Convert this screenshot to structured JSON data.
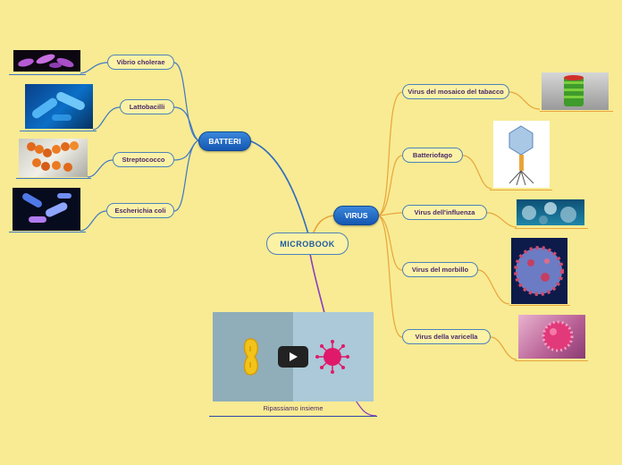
{
  "root": {
    "label": "MICROBOOK"
  },
  "branches": {
    "batteri": {
      "label": "BATTERI",
      "children": [
        {
          "label": "Vibrio cholerae",
          "image": "vibrio-cholerae-image"
        },
        {
          "label": "Lattobacilli",
          "image": "lattobacilli-image"
        },
        {
          "label": "Streptococco",
          "image": "streptococco-image"
        },
        {
          "label": "Escherichia coli",
          "image": "escherichia-coli-image"
        }
      ]
    },
    "virus": {
      "label": "VIRUS",
      "children": [
        {
          "label": "Virus del mosaico del tabacco",
          "image": "virus-mosaico-tabacco-image"
        },
        {
          "label": "Batteriofago",
          "image": "batteriofago-image"
        },
        {
          "label": "Virus dell'influenza",
          "image": "virus-influenza-image"
        },
        {
          "label": "Virus del morbillo",
          "image": "virus-morbillo-image"
        },
        {
          "label": "Virus della varicella",
          "image": "virus-varicella-image"
        }
      ]
    }
  },
  "video": {
    "label": "Ripassiamo insieme",
    "icon": "play-icon"
  },
  "colors": {
    "background": "#f8eb93",
    "batteri_links": "#3f77c4",
    "virus_links": "#e8a53a",
    "video_link": "#8a3dc2",
    "node_border": "#4d82b8"
  }
}
